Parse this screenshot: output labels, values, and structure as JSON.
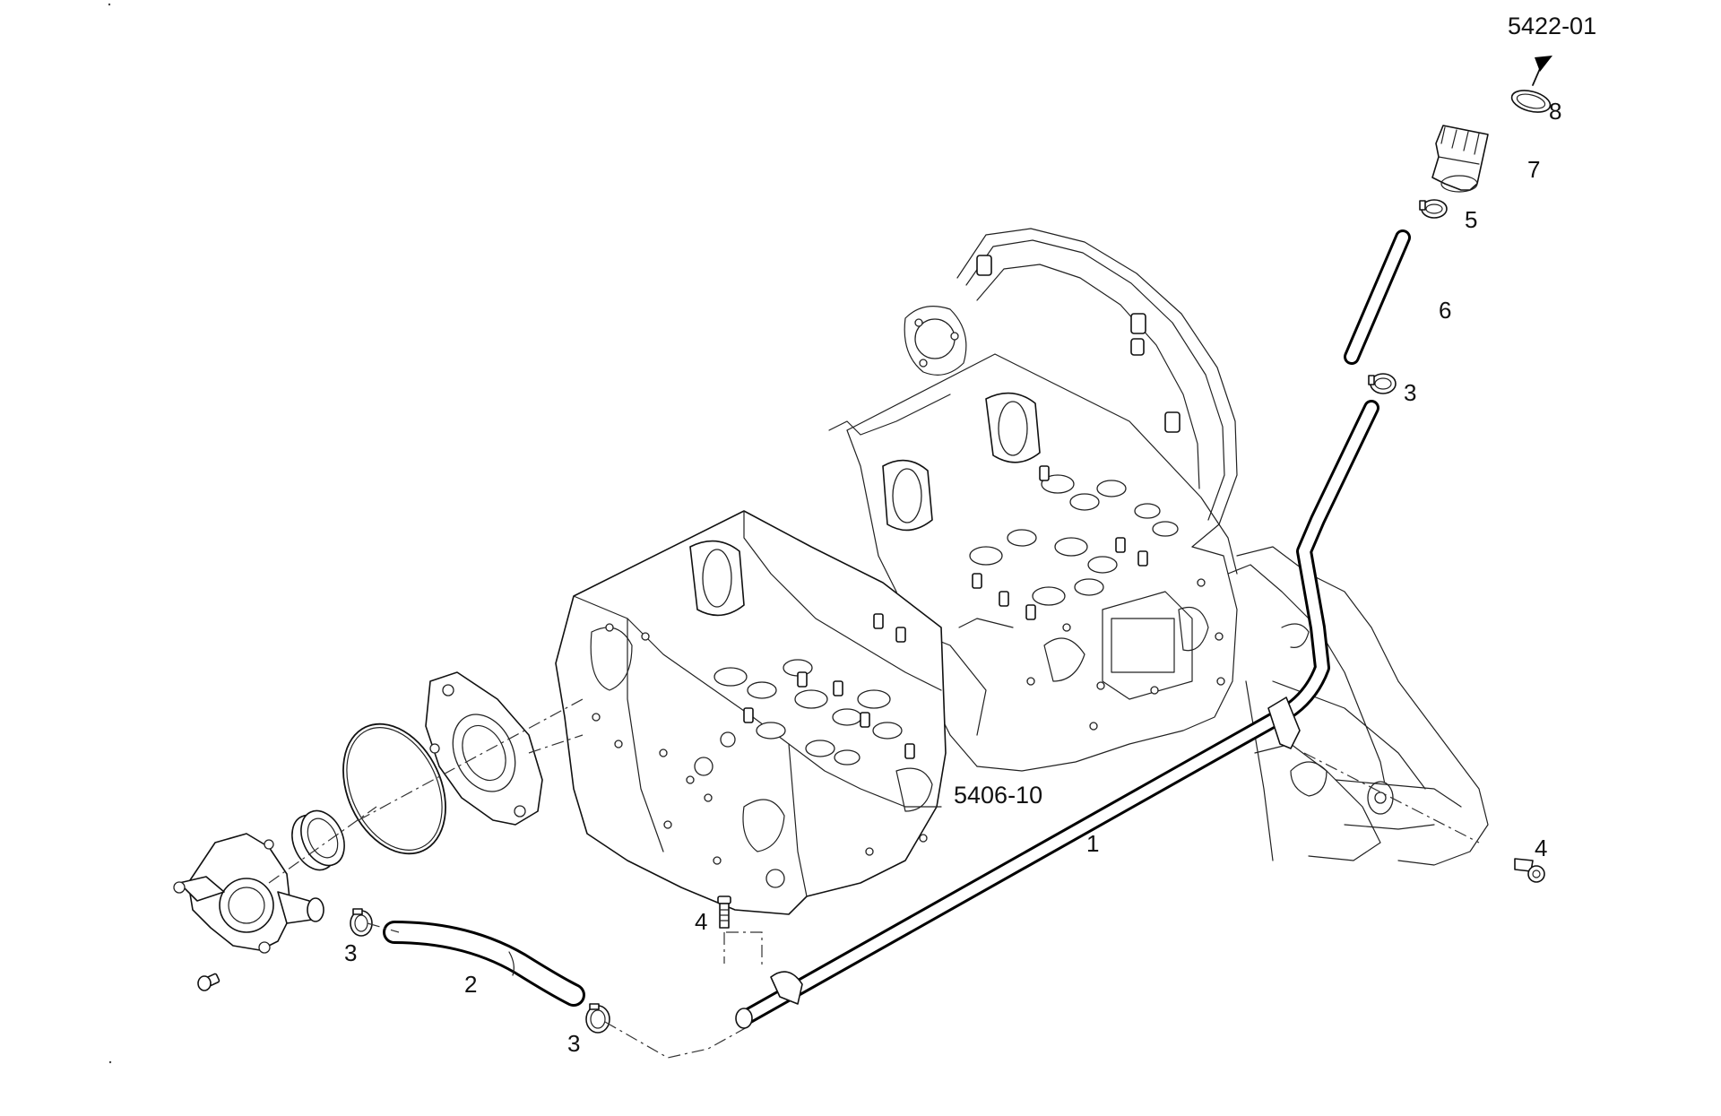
{
  "references": {
    "top_ref": "5422-01",
    "head_ref": "5406-10"
  },
  "callouts": {
    "p1": "1",
    "p2": "2",
    "p3a": "3",
    "p3b": "3",
    "p3c": "3",
    "p4a": "4",
    "p4b": "4",
    "p5": "5",
    "p6": "6",
    "p7": "7",
    "p8": "8"
  }
}
